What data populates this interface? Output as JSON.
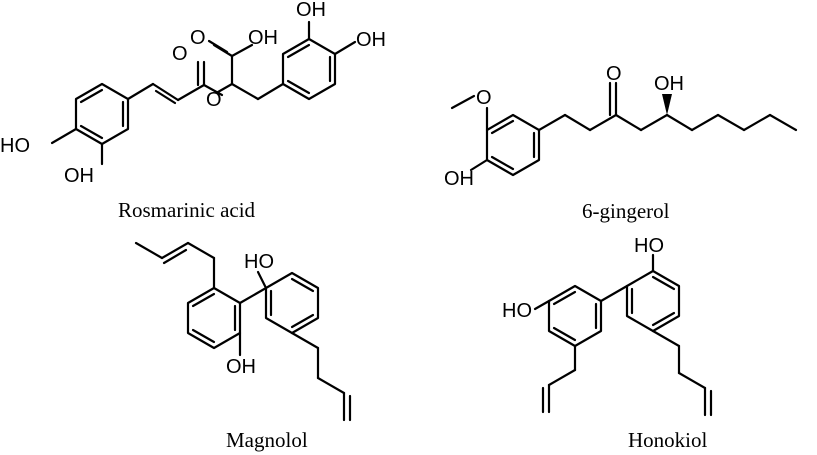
{
  "captions": {
    "rosmarinic_acid": "Rosmarinic acid",
    "gingerol": "6-gingerol",
    "magnolol": "Magnolol",
    "honokiol": "Honokiol"
  },
  "atoms": {
    "rosmarinic_acid": {
      "carbonyl_o": "O",
      "acid": "OH",
      "ester_o": "O",
      "ester_carbonyl_o": "O",
      "phenol_top_left": "OH",
      "phenol_top_right": "OH",
      "phenol_bottom_left": "HO",
      "phenol_bottom_right": "OH"
    },
    "gingerol": {
      "methoxy_o": "O",
      "ketone_o": "O",
      "hydroxyl": "OH",
      "phenol": "OH"
    },
    "magnolol": {
      "phenol_top": "HO",
      "phenol_bottom": "OH"
    },
    "honokiol": {
      "phenol_top": "HO",
      "phenol_left": "HO"
    }
  }
}
